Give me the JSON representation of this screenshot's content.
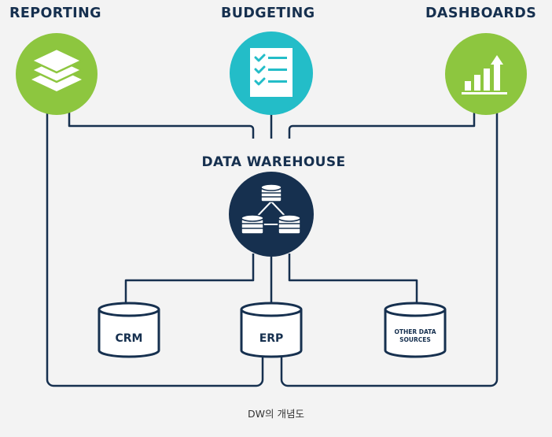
{
  "headings": {
    "reporting": "REPORTING",
    "budgeting": "BUDGETING",
    "dashboards": "DASHBOARDS",
    "data_warehouse": "DATA WAREHOUSE"
  },
  "sources": {
    "crm": "CRM",
    "erp": "ERP",
    "other_line1": "OTHER DATA",
    "other_line2": "SOURCES"
  },
  "icons": {
    "reporting": "layers-icon",
    "budgeting": "checklist-icon",
    "dashboards": "bar-chart-arrow-icon",
    "warehouse": "database-network-icon"
  },
  "colors": {
    "green": "#8dc63f",
    "teal": "#23bdc8",
    "navy": "#16304f",
    "line": "#16304f",
    "background": "#f3f3f3"
  },
  "caption": "DW의 개념도"
}
